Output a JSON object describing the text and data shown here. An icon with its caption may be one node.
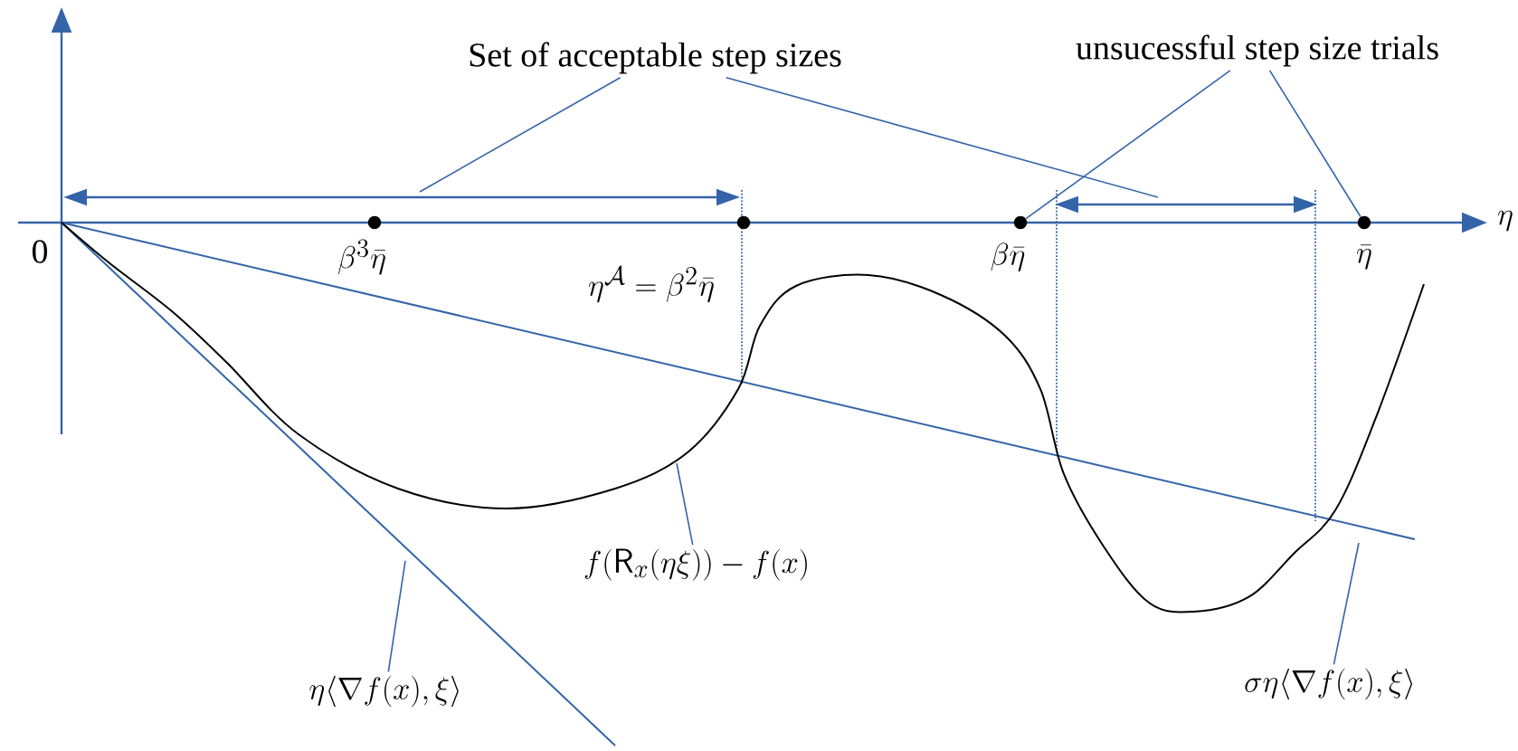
{
  "diagram": {
    "nodes": [
      {
        "text": [
          "Set of acceptable step sizes"
        ]
      },
      {
        "text": [
          "unsucessful step size trials"
        ]
      },
      {
        "text": [],
        "shape": "circle",
        "beside": [
          "\\beta\\bar{\\eta}"
        ]
      },
      {
        "text": [],
        "shape": "circle",
        "beside": [
          "\\bar{\\eta}"
        ]
      },
      {
        "text": [
          "\\eta\\langle\\nabla f(x),\\xi\\rangle"
        ]
      },
      {
        "text": [
          "f(\\mathsf{R}_x(\\eta\\xi))-f(x)"
        ]
      },
      {
        "text": [
          "\\sigma\\eta\\langle\\nabla f(x),\\xi\\rangle"
        ]
      }
    ],
    "edges": [
      {
        "from": 0,
        "to": null,
        "arrow": "none"
      },
      {
        "from": 0,
        "to": null,
        "arrow": "none"
      },
      {
        "from": 2,
        "to": 3,
        "arrow": "both"
      },
      {
        "from": 1,
        "to": 2,
        "arrow": "none"
      },
      {
        "from": 1,
        "to": 3,
        "arrow": "none"
      },
      {
        "from": 4,
        "to": null,
        "arrow": "none"
      },
      {
        "from": 5,
        "to": null,
        "arrow": "none"
      },
      {
        "from": 6,
        "to": null,
        "arrow": "none"
      }
    ],
    "labels": [
      "0",
      "\\beta^3\\bar{\\eta}",
      "\\eta^{\\mathcal{A}}=\\beta^2\\bar{\\eta}",
      "\\eta"
    ]
  }
}
